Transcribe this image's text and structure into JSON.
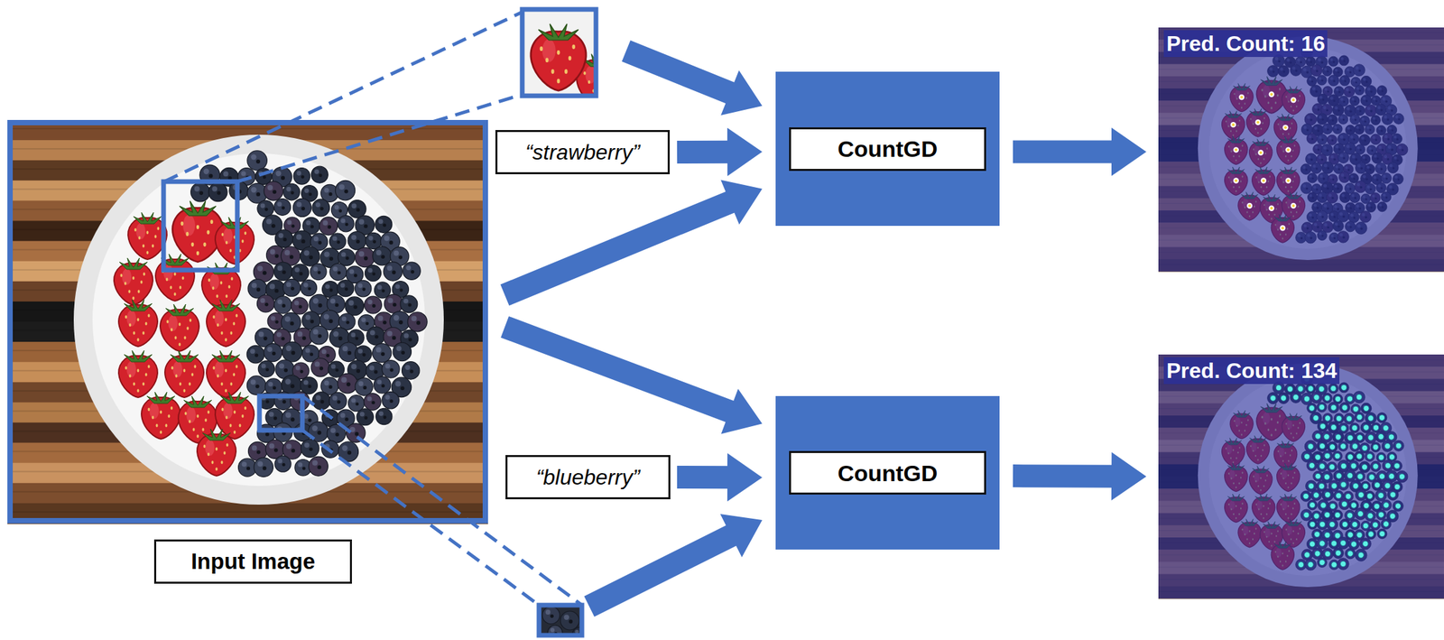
{
  "diagram": {
    "nodes": [
      {
        "text": [
          "Input Image"
        ]
      },
      {
        "text": [
          "“strawberry”"
        ]
      },
      {
        "text": [
          "CountGD"
        ]
      },
      {
        "text": [
          "Pred. Count: 16"
        ]
      },
      {
        "text": [
          "“blueberry”"
        ]
      },
      {
        "text": [
          "CountGD"
        ]
      },
      {
        "text": [
          "Pred. Count: 134"
        ]
      }
    ],
    "edges": [
      {
        "from": 0,
        "to": 2,
        "arrow": "to"
      },
      {
        "from": 1,
        "to": 2,
        "arrow": "to"
      },
      {
        "from": 2,
        "to": 3,
        "arrow": "to"
      },
      {
        "from": 0,
        "to": 5,
        "arrow": "to"
      },
      {
        "from": 4,
        "to": 5,
        "arrow": "to"
      },
      {
        "from": 5,
        "to": 6,
        "arrow": "to"
      }
    ]
  }
}
